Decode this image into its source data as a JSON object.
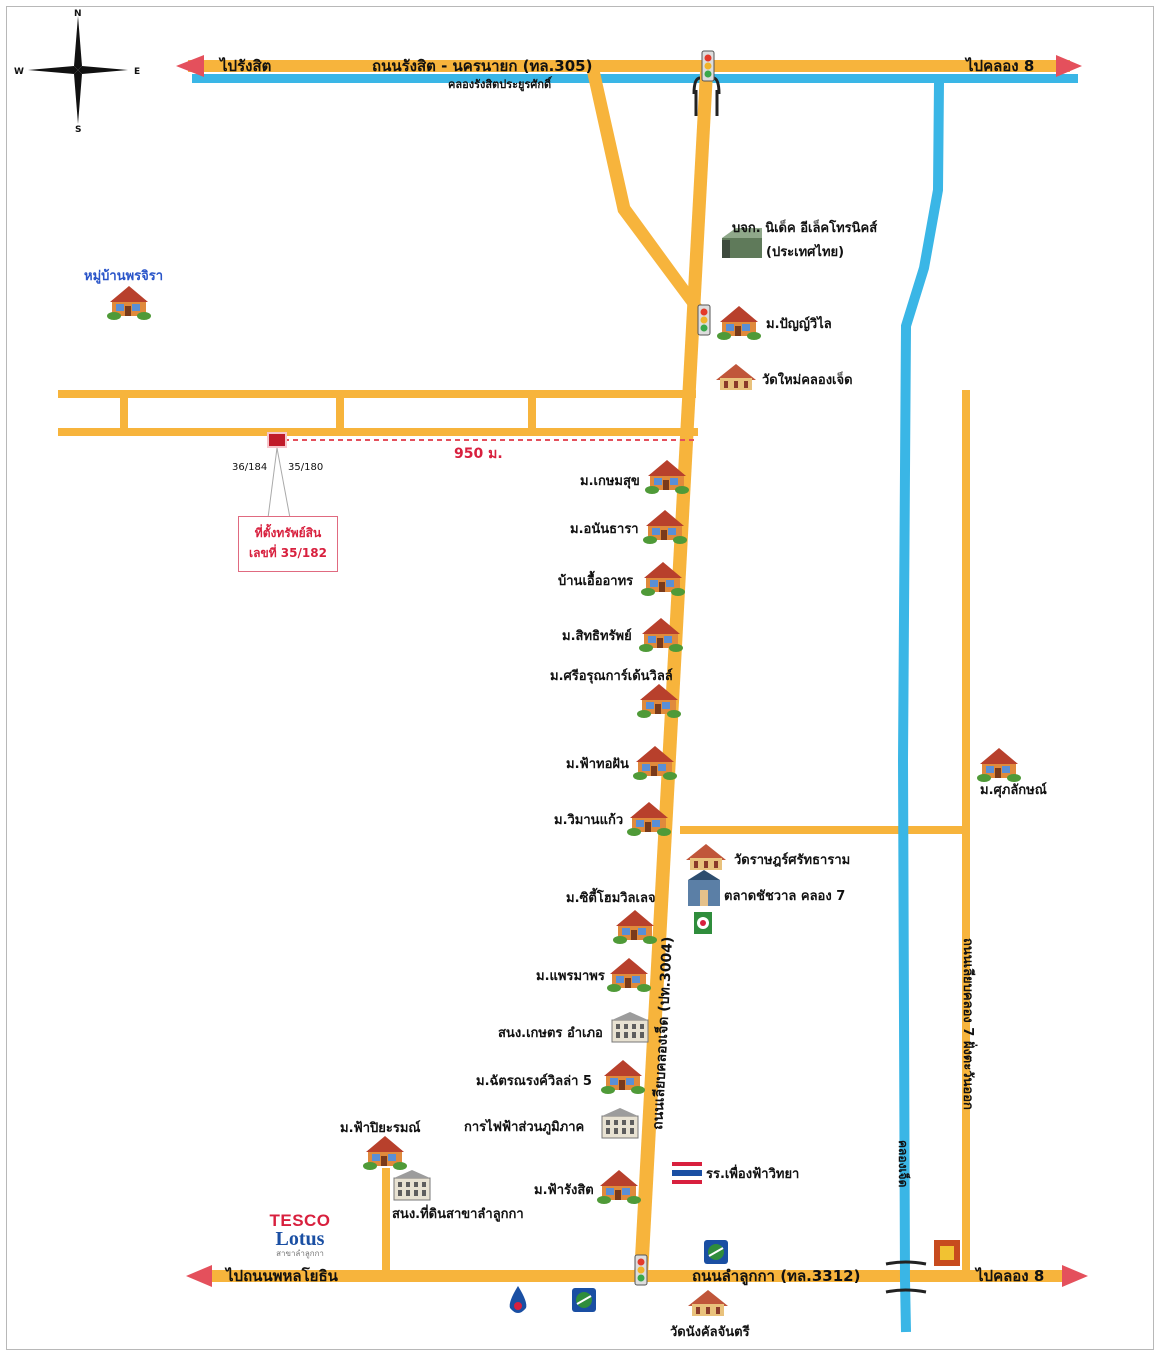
{
  "compass": {
    "n": "N",
    "s": "S",
    "e": "E",
    "w": "W"
  },
  "roads": {
    "top_left": "ไปรังสิต",
    "top_center": "ถนนรังสิต - นครนายก (ทล.305)",
    "top_right": "ไปคลอง 8",
    "top_canal": "คลองรังสิตประยูรศักดิ์",
    "bottom_left": "ไปถนนพหลโยธิน",
    "bottom_center": "ถนนลำลูกกา (ทล.3312)",
    "bottom_right": "ไปคลอง 8",
    "main_vertical": "ถนนเลียบคลองเจ็ด (ปท.3004)",
    "right_vertical": "ถนนเลียบคลอง 7 ฝั่งตะวันออก",
    "canal_vertical": "คลองเจ็ด"
  },
  "distance": "950 ม.",
  "plots": {
    "left": "36/184",
    "right": "35/180"
  },
  "asset": {
    "line1": "ที่ตั้งทรัพย์สิน",
    "line2": "เลขที่ 35/182"
  },
  "places": {
    "company_1": "บจก. นิเด็ค อีเล็คโทรนิคส์",
    "company_2": "(ประเทศไทย)",
    "village_phonjira": "หมู่บ้านพรจิรา",
    "m_panyawilai": "ม.ปัญญ์วิไล",
    "wat_mai": "วัดใหม่คลองเจ็ด",
    "m_kasemsuk": "ม.เกษมสุข",
    "m_ananthara": "ม.อนันธารา",
    "baan_uea": "บ้านเอื้ออาทร",
    "m_sitthisap": "ม.สิทธิทรัพย์",
    "m_srirun": "ม.ศรีอรุณการ์เด้นวิลล์",
    "m_fahthong": "ม.ฟ้าทอฝัน",
    "m_wimankaew": "ม.วิมานแก้ว",
    "m_supalak": "ม.ศุภลักษณ์",
    "wat_rat": "วัดราษฎร์ศรัทธาราม",
    "market": "ตลาดชัชวาล คลอง 7",
    "m_city": "ม.ซิตี้โฮมวิลเลจ",
    "m_praemaphon": "ม.แพรมาพร",
    "agri_office": "สนง.เกษตร อำเภอ",
    "m_chatron": "ม.ฉัตรณรงค์วิลล่า 5",
    "pea": "การไฟฟ้าส่วนภูมิภาค",
    "m_fahpiyarom": "ม.ฟ้าปิยะรมณ์",
    "land_office": "สนง.ที่ดินสาขาลำลูกกา",
    "school": "รร.เพื่องฟ้าวิทยา",
    "m_faharangsit": "ม.ฟ้ารังสิต",
    "wat_bottom": "วัดนังคัลจันตรี"
  },
  "tesco": {
    "brand": "TESCO",
    "name": "Lotus",
    "branch": "สาขาลำลูกกา"
  },
  "colors": {
    "road": "#f7b43c",
    "canal": "#3ab6e6",
    "arrow": "#e4505c",
    "label_blue": "#2a55c9",
    "label_red": "#d8203e"
  }
}
